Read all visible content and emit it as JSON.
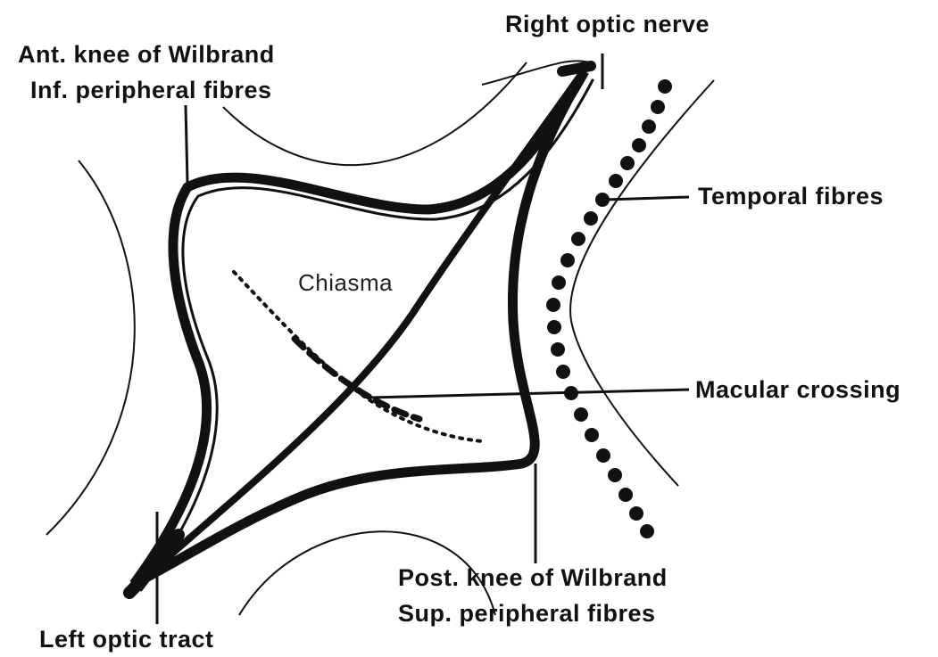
{
  "diagram": {
    "labels": {
      "right_optic_nerve": "Right optic nerve",
      "ant_knee_line1": "Ant. knee of Wilbrand",
      "ant_knee_line2": "Inf. peripheral fibres",
      "temporal_fibres": "Temporal fibres",
      "chiasma": "Chiasma",
      "macular_crossing": "Macular crossing",
      "post_knee_line1": "Post. knee of Wilbrand",
      "post_knee_line2": "Sup. peripheral fibres",
      "left_optic_tract": "Left optic tract"
    },
    "colors": {
      "ink": "#111111",
      "background": "#ffffff"
    }
  }
}
